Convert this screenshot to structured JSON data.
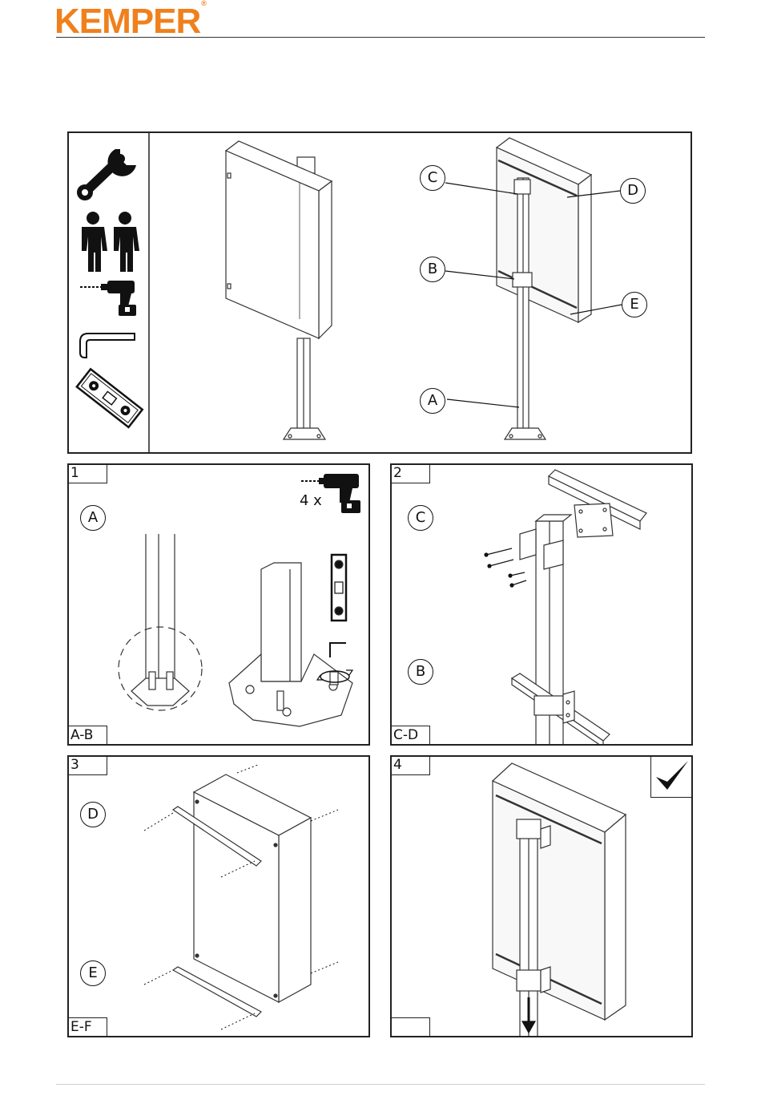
{
  "header": {
    "brand": "KEMPER",
    "brand_mark": "®"
  },
  "overview": {
    "tools": [
      "wrench-icon",
      "two-persons-icon",
      "cordless-drill-icon",
      "hex-key-icon",
      "spirit-level-icon"
    ],
    "callouts": [
      "C",
      "D",
      "B",
      "E",
      "A"
    ]
  },
  "steps": [
    {
      "number": "1",
      "footer": "A-B",
      "callouts": [
        "A"
      ],
      "note": "4 x"
    },
    {
      "number": "2",
      "footer": "C-D",
      "callouts": [
        "C",
        "B"
      ]
    },
    {
      "number": "3",
      "footer": "E-F",
      "callouts": [
        "D",
        "E"
      ]
    },
    {
      "number": "4",
      "footer": "",
      "callouts": [],
      "check": "check-icon"
    }
  ]
}
